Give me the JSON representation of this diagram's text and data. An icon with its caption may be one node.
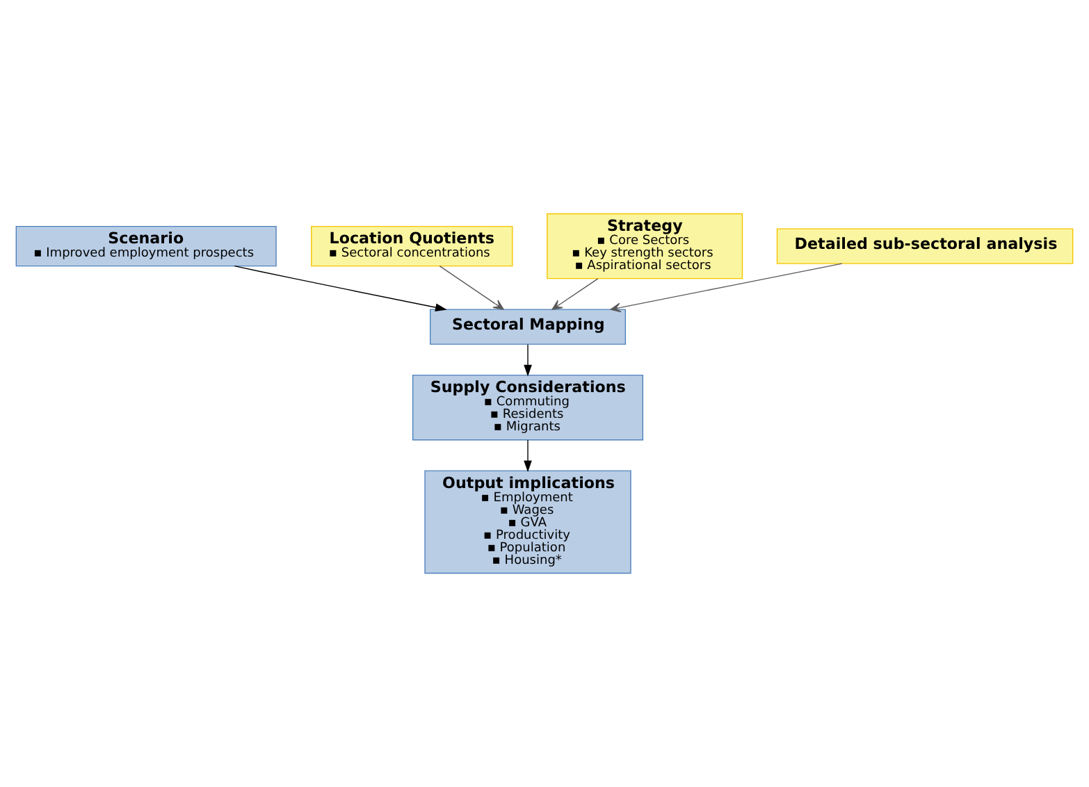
{
  "diagram": {
    "nodes": [
      {
        "text": [
          "Scenario",
          "▪ Improved employment prospects"
        ]
      },
      {
        "text": [
          "Sectoral Mapping"
        ]
      },
      {
        "text": [
          "Supply Considerations",
          "▪ Commuting",
          "▪ Residents",
          "▪ Migrants"
        ]
      },
      {
        "text": [
          "Output implications",
          "▪ Employment",
          "▪ Wages",
          "▪ GVA",
          "▪ Productivity",
          "▪ Population",
          "▪ Housing*"
        ]
      },
      {
        "text": [
          "Location Quotients",
          "▪ Sectoral concentrations"
        ]
      },
      {
        "text": [
          "Strategy",
          "▪ Core Sectors",
          "▪ Key strength sectors",
          "▪ Aspirational sectors"
        ]
      },
      {
        "text": [
          "Detailed sub-sectoral analysis"
        ]
      }
    ],
    "edges": [
      {
        "from": 0,
        "to": 1,
        "arrow": "to"
      },
      {
        "from": 1,
        "to": 2,
        "arrow": "to"
      },
      {
        "from": 2,
        "to": 3,
        "arrow": "to"
      },
      {
        "from": 4,
        "to": 1,
        "arrow": "to",
        "color": "#595959"
      },
      {
        "from": 5,
        "to": 1,
        "arrow": "to",
        "color": "#595959"
      },
      {
        "from": 6,
        "to": 1,
        "arrow": "to",
        "color": "#595959"
      }
    ]
  }
}
